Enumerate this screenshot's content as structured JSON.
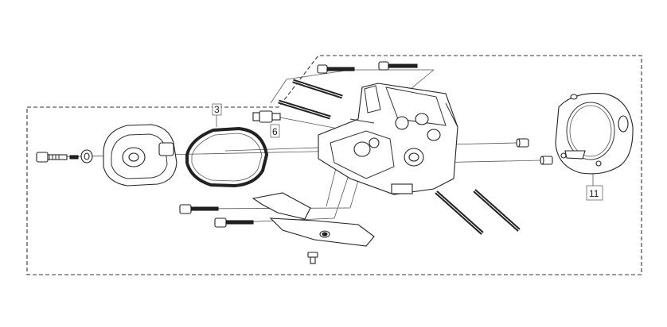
{
  "diagram": {
    "callouts": [
      {
        "id": "3",
        "text": "3"
      },
      {
        "id": "6",
        "text": "6"
      },
      {
        "id": "11",
        "text": "11"
      }
    ]
  }
}
